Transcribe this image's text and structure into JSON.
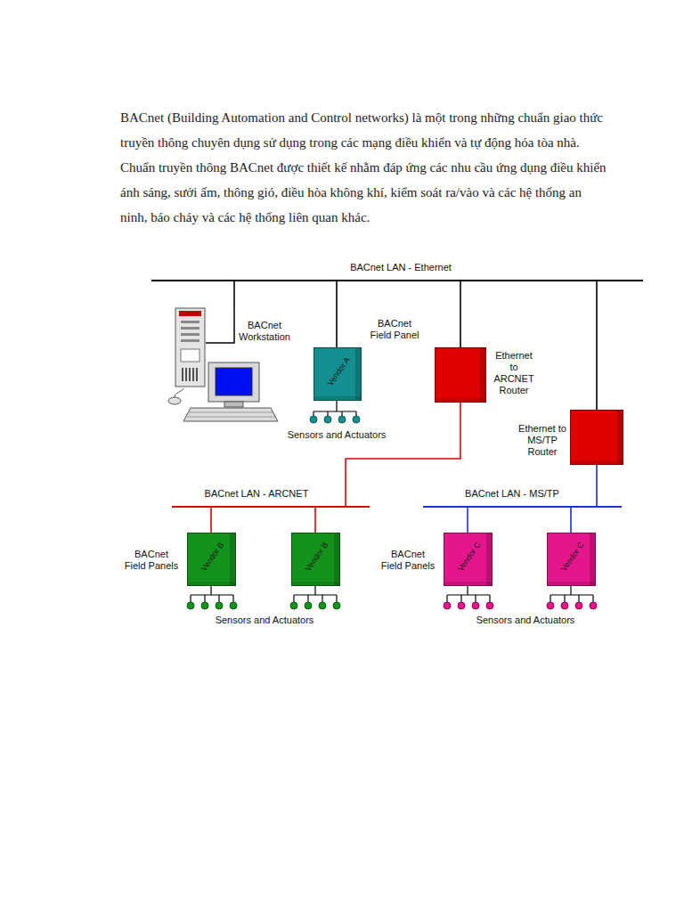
{
  "diagram": {
    "nodes": [
      {
        "text": [
          "BACnet LAN - Ethernet"
        ]
      },
      {
        "text": [
          "BACnet Workstation"
        ]
      },
      {
        "text": [
          "BACnet Field Panel",
          "Vendor A"
        ]
      },
      {
        "text": [
          "Ethernet to ARCNET Router"
        ]
      },
      {
        "text": [
          "Ethernet to MS/TP Router"
        ]
      },
      {
        "text": [
          "BACnet LAN - ARCNET"
        ]
      },
      {
        "text": [
          "BACnet LAN - MS/TP"
        ]
      },
      {
        "text": [
          "Vendor B"
        ]
      },
      {
        "text": [
          "Vendor B"
        ]
      },
      {
        "text": [
          "Vendor C"
        ]
      },
      {
        "text": [
          "Vendor C"
        ]
      }
    ],
    "edges": [
      {
        "from": 0,
        "to": 1,
        "arrow": "none"
      },
      {
        "from": 0,
        "to": 2,
        "arrow": "none"
      },
      {
        "from": 0,
        "to": 3,
        "arrow": "none"
      },
      {
        "from": 0,
        "to": 4,
        "arrow": "none"
      },
      {
        "from": 3,
        "to": 5,
        "arrow": "none"
      },
      {
        "from": 4,
        "to": 6,
        "arrow": "none"
      },
      {
        "from": 5,
        "to": 7,
        "arrow": "none"
      },
      {
        "from": 5,
        "to": 8,
        "arrow": "none"
      },
      {
        "from": 6,
        "to": 9,
        "arrow": "none"
      },
      {
        "from": 6,
        "to": 10,
        "arrow": "none"
      }
    ],
    "labels": [
      "BACnet (Building Automation and Control networks) là một trong những chuẩn giao thức truyền thông chuyên dụng sử dụng trong các mạng điều khiển và tự động hóa tòa nhà. Chuẩn truyền thông BACnet được thiết kế nhằm đáp ứng các nhu cầu ứng dụng điều khiển ánh sáng, sưởi ấm, thông gió, điều hòa không khí, kiểm soát ra/vào và các hệ thống an ninh, báo cháy và các hệ thống liên quan khác.",
      "Sensors and Actuators",
      "BACnet Field Panels",
      "BACnet Field Panels",
      "Sensors and Actuators",
      "Sensors and Actuators"
    ]
  }
}
